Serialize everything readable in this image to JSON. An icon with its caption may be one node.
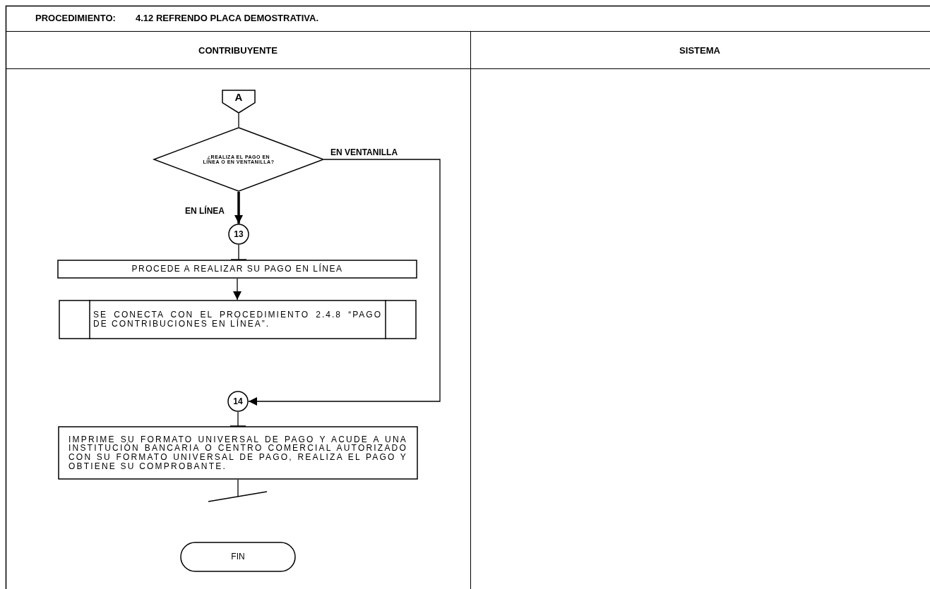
{
  "diagram": {
    "nodes": [
      {
        "text": [
          "A"
        ]
      },
      {
        "text": [
          "¿REALIZA EL PAGO EN LÍNEA O EN VENTANILLA?"
        ]
      },
      {
        "text": [
          "13"
        ]
      },
      {
        "text": [
          "PROCEDE A REALIZAR SU PAGO EN LÍNEA"
        ]
      },
      {
        "text": [
          "SE CONECTA CON EL PROCEDIMIENTO 2.4.8 “PAGO DE CONTRIBUCIONES EN LÍNEA”."
        ]
      },
      {
        "text": [
          "14"
        ]
      },
      {
        "text": [
          "IMPRIME SU FORMATO UNIVERSAL DE PAGO Y ACUDE A UNA INSTITUCIÓN BANCARIA O CENTRO COMERCIAL AUTORIZADO CON SU FORMATO UNIVERSAL DE PAGO, REALIZA EL PAGO Y OBTIENE SU COMPROBANTE."
        ]
      },
      {
        "text": [
          "FIN"
        ]
      }
    ],
    "edges": [
      {
        "from": 0,
        "to": 1,
        "arrow": "none"
      },
      {
        "from": 1,
        "to": 2,
        "arrow": "to",
        "label": "EN LÍNEA",
        "style": "thick"
      },
      {
        "from": 2,
        "to": 3,
        "arrow": "other"
      },
      {
        "from": 3,
        "to": 4,
        "arrow": "to"
      },
      {
        "from": 1,
        "to": 5,
        "arrow": "to",
        "label": "EN VENTANILLA"
      },
      {
        "from": 5,
        "to": 6,
        "arrow": "other"
      },
      {
        "from": 6,
        "to": null,
        "arrow": "other"
      }
    ],
    "labels": [
      "PROCEDIMIENTO:",
      "4.12 REFRENDO PLACA DEMOSTRATIVA.",
      "CONTRIBUYENTE",
      "SISTEMA"
    ]
  }
}
